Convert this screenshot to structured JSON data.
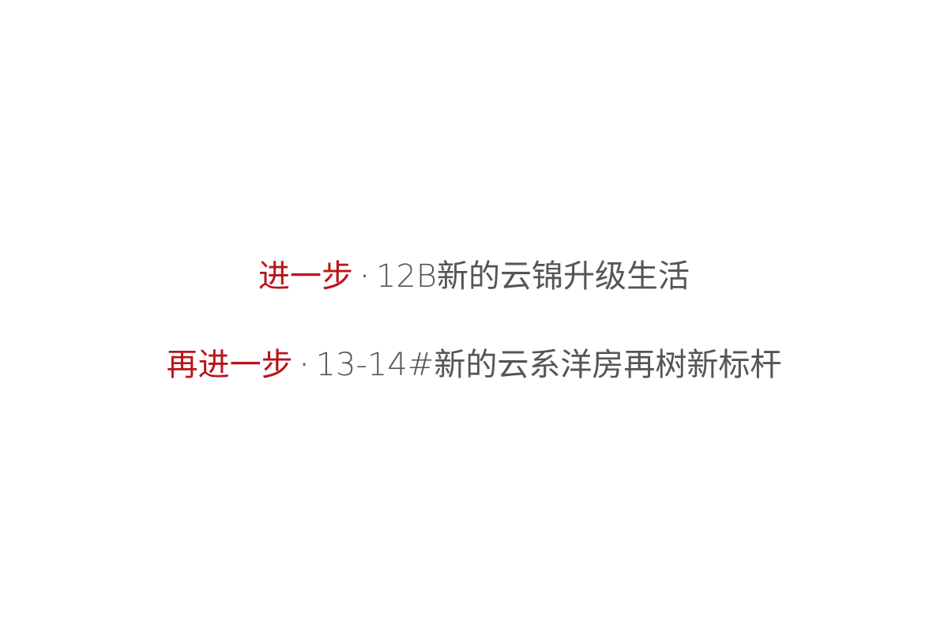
{
  "colors": {
    "accent": "#b8151b",
    "text": "#555555",
    "background": "#ffffff"
  },
  "lines": [
    {
      "accent": "进一步",
      "separator": "·",
      "text": "12B新的云锦升级生活"
    },
    {
      "accent": "再进一步",
      "separator": "·",
      "text": "13-14#新的云系洋房再树新标杆"
    }
  ]
}
